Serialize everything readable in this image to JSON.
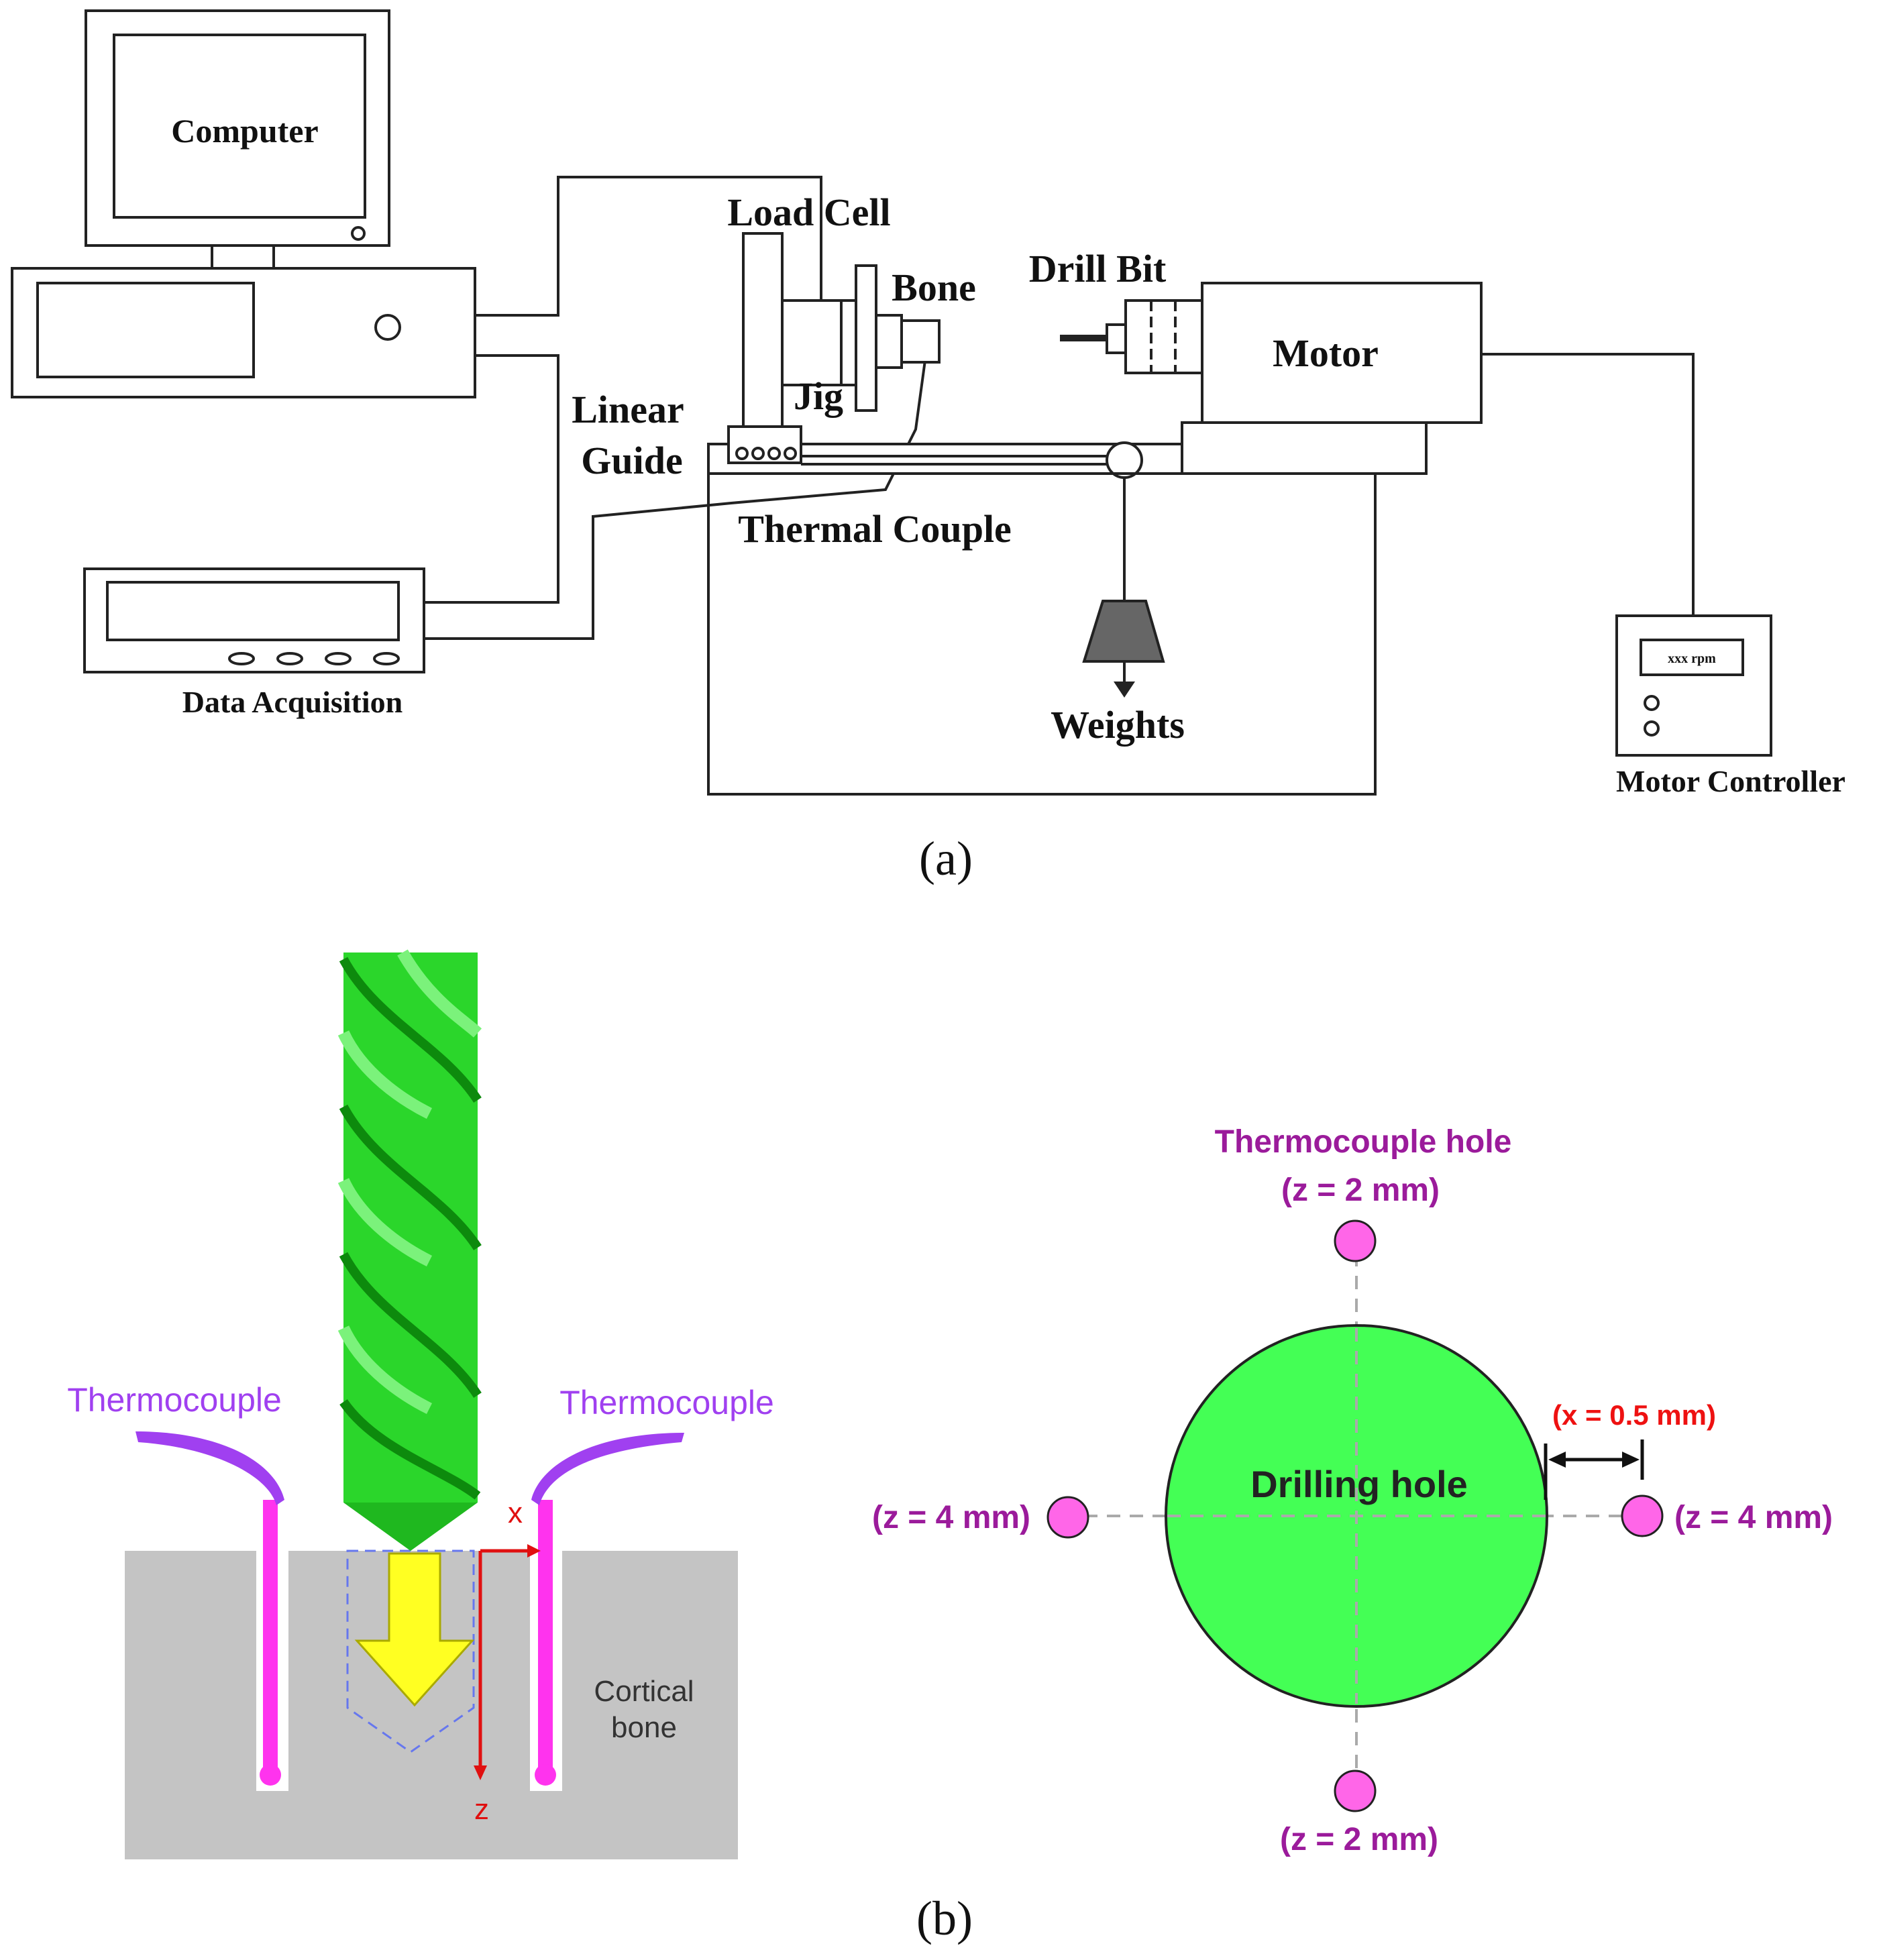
{
  "panel_a": {
    "label": "(a)",
    "computer": "Computer",
    "load_cell": "Load Cell",
    "bone": "Bone",
    "drill_bit": "Drill Bit",
    "motor": "Motor",
    "jig": "Jig",
    "linear_guide_1": "Linear",
    "linear_guide_2": "Guide",
    "thermal_couple": "Thermal Couple",
    "data_acquisition": "Data Acquisition",
    "weights": "Weights",
    "motor_controller": "Motor Controller",
    "controller_display": "xxx rpm"
  },
  "panel_b": {
    "label": "(b)",
    "thermocouple_left": "Thermocouple",
    "thermocouple_right": "Thermocouple",
    "cortical_1": "Cortical",
    "cortical_2": "bone",
    "axis_x": "x",
    "axis_z": "z",
    "hole_title": "Thermocouple hole",
    "top_depth": "(z = 2 mm)",
    "bottom_depth": "(z = 2 mm)",
    "left_depth": "(z = 4 mm)",
    "right_depth": "(z = 4 mm)",
    "offset": "(x = 0.5 mm)",
    "drilling_hole": "Drilling hole"
  },
  "colors": {
    "drill_green": "#2bd62b",
    "hole_green": "#44ff55",
    "thermocouple_magenta": "#ff33ee",
    "thermocouple_purple": "#a040f0",
    "label_purple": "#9b1b9b",
    "bone_gray": "#c4c4c4",
    "arrow_yellow": "#ffff22",
    "axis_red": "#e01010",
    "offset_red": "#ee1111"
  }
}
